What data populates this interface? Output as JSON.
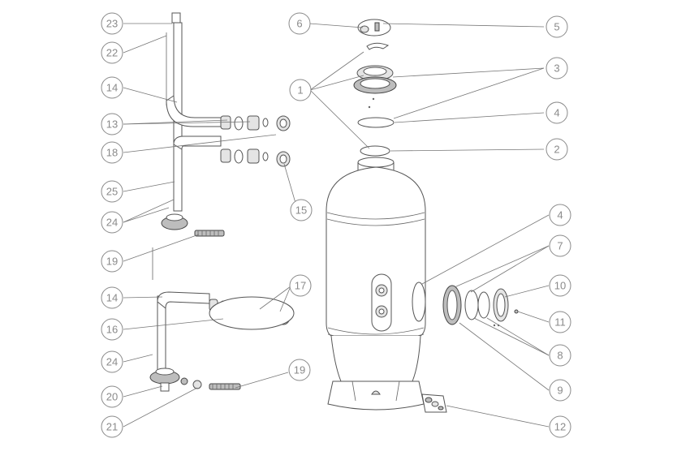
{
  "diagram": {
    "callouts": [
      {
        "id": "c-23",
        "label": "23"
      },
      {
        "id": "c-22",
        "label": "22"
      },
      {
        "id": "c-14a",
        "label": "14"
      },
      {
        "id": "c-13",
        "label": "13"
      },
      {
        "id": "c-18",
        "label": "18"
      },
      {
        "id": "c-25",
        "label": "25"
      },
      {
        "id": "c-24a",
        "label": "24"
      },
      {
        "id": "c-19a",
        "label": "19"
      },
      {
        "id": "c-14b",
        "label": "14"
      },
      {
        "id": "c-16",
        "label": "16"
      },
      {
        "id": "c-24b",
        "label": "24"
      },
      {
        "id": "c-20",
        "label": "20"
      },
      {
        "id": "c-21",
        "label": "21"
      },
      {
        "id": "c-19b",
        "label": "19"
      },
      {
        "id": "c-17",
        "label": "17"
      },
      {
        "id": "c-15",
        "label": "15"
      },
      {
        "id": "c-6",
        "label": "6"
      },
      {
        "id": "c-1",
        "label": "1"
      },
      {
        "id": "c-5",
        "label": "5"
      },
      {
        "id": "c-3",
        "label": "3"
      },
      {
        "id": "c-4a",
        "label": "4"
      },
      {
        "id": "c-2",
        "label": "2"
      },
      {
        "id": "c-4b",
        "label": "4"
      },
      {
        "id": "c-7",
        "label": "7"
      },
      {
        "id": "c-10",
        "label": "10"
      },
      {
        "id": "c-11",
        "label": "11"
      },
      {
        "id": "c-8",
        "label": "8"
      },
      {
        "id": "c-9",
        "label": "9"
      },
      {
        "id": "c-12",
        "label": "12"
      }
    ]
  }
}
